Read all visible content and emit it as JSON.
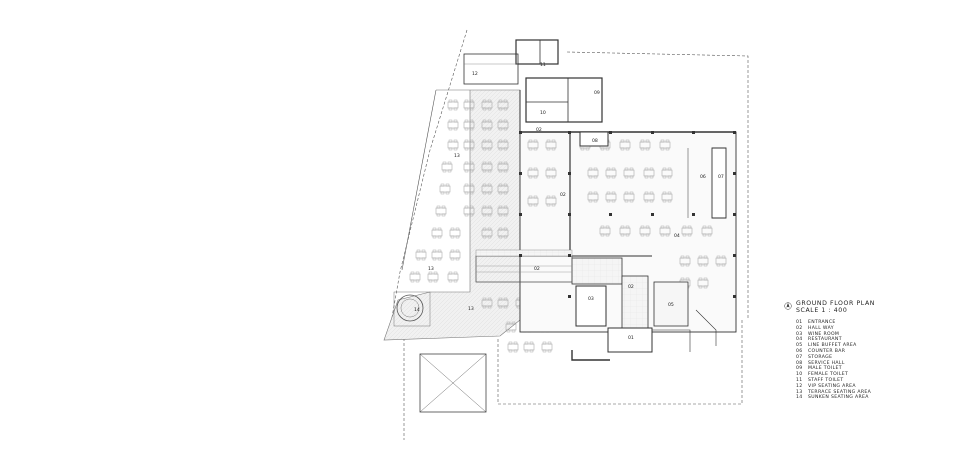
{
  "legend": {
    "title": "GROUND FLOOR PLAN",
    "scale": "SCALE 1 : 400",
    "items": [
      {
        "num": "01",
        "label": "ENTRANCE"
      },
      {
        "num": "02",
        "label": "HALL WAY"
      },
      {
        "num": "03",
        "label": "WINE ROOM"
      },
      {
        "num": "04",
        "label": "RESTAURANT"
      },
      {
        "num": "05",
        "label": "LINE BUFFET AREA"
      },
      {
        "num": "06",
        "label": "COUNTER BAR"
      },
      {
        "num": "07",
        "label": "STORAGE"
      },
      {
        "num": "08",
        "label": "SERVICE HALL"
      },
      {
        "num": "09",
        "label": "MALE TOILET"
      },
      {
        "num": "10",
        "label": "FEMALE TOILET"
      },
      {
        "num": "11",
        "label": "STAFF TOILET"
      },
      {
        "num": "12",
        "label": "VIP SEATING AREA"
      },
      {
        "num": "13",
        "label": "TERRACE SEATING AREA"
      },
      {
        "num": "14",
        "label": "SUNKEN SEATING AREA"
      }
    ]
  },
  "room_tags": {
    "t01": "01",
    "t02a": "02",
    "t02b": "02",
    "t02c": "02",
    "t03": "03",
    "t04": "04",
    "t05": "05",
    "t06": "06",
    "t07": "07",
    "t08": "08",
    "t09": "09",
    "t10": "10",
    "t11": "11",
    "t12": "12",
    "t13a": "13",
    "t13b": "13",
    "t13c": "13",
    "t14": "14",
    "t02d": "02"
  },
  "colors": {
    "line": "#333333",
    "light": "#9a9a9a",
    "fill": "#ececec",
    "hatch": "#d8d8d8"
  }
}
